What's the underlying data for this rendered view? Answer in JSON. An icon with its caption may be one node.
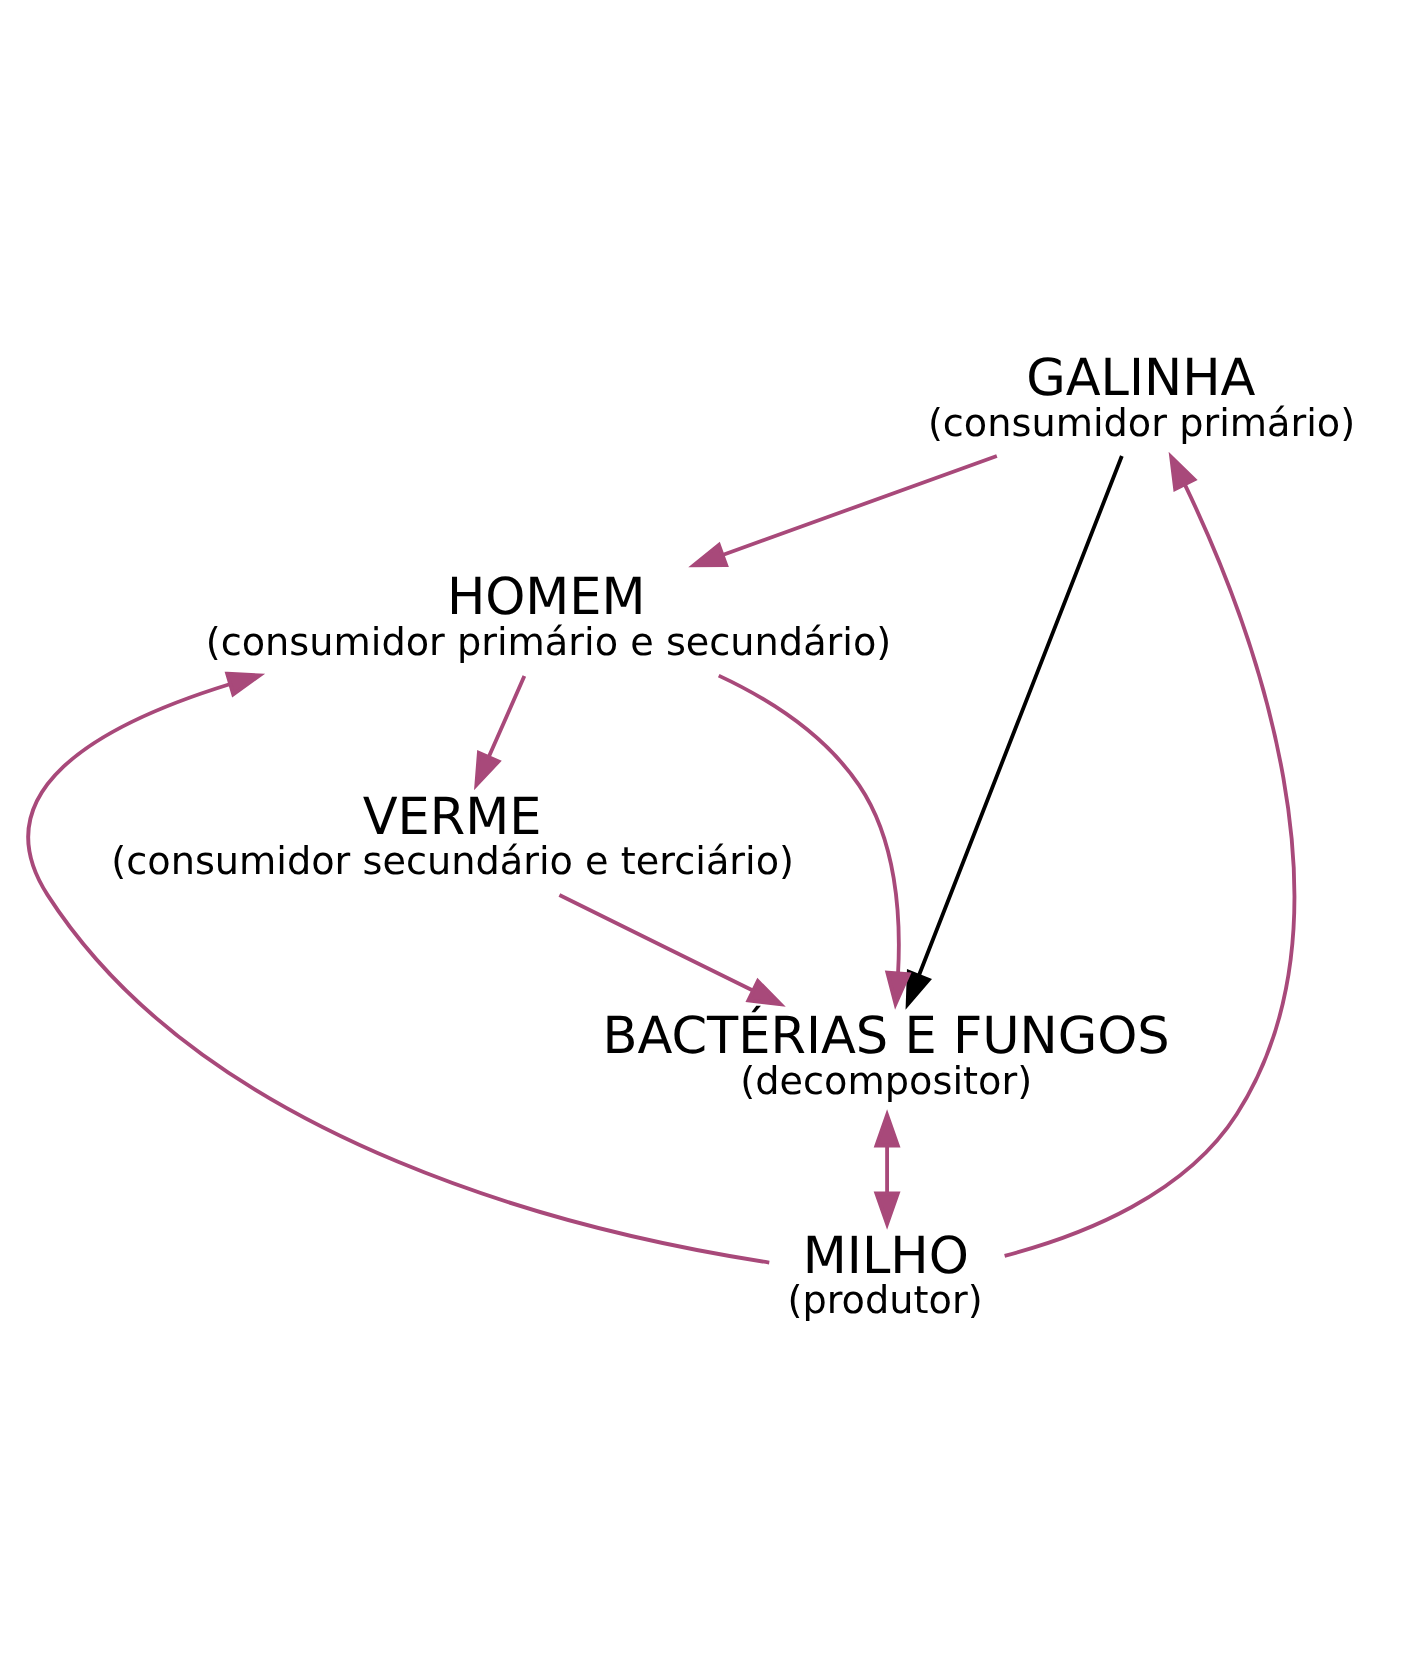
{
  "diagram": {
    "nodes": [
      {
        "text": [
          "GALINHA",
          "(consumidor primário)"
        ]
      },
      {
        "text": [
          "MILHO",
          "(produtor)"
        ]
      },
      {
        "text": [
          "HOMEM",
          "(consumidor primário e secundário)"
        ]
      },
      {
        "text": [
          "VERME",
          "(consumidor secundário e terciário)"
        ]
      },
      {
        "text": [
          "BACTÉRIAS E FUNGOS",
          "(decompositor)"
        ]
      }
    ],
    "edges": [
      {
        "from": 1,
        "to": 0,
        "arrow": "to"
      },
      {
        "from": 0,
        "to": 2,
        "arrow": "to"
      },
      {
        "from": 1,
        "to": 2,
        "arrow": "to"
      },
      {
        "from": 0,
        "to": 4,
        "arrow": "to",
        "color": "#000000"
      },
      {
        "from": 2,
        "to": 4,
        "arrow": "to"
      },
      {
        "from": 2,
        "to": 3,
        "arrow": "to"
      },
      {
        "from": 3,
        "to": 4,
        "arrow": "to"
      },
      {
        "from": 4,
        "to": 1,
        "arrow": "both"
      }
    ]
  }
}
